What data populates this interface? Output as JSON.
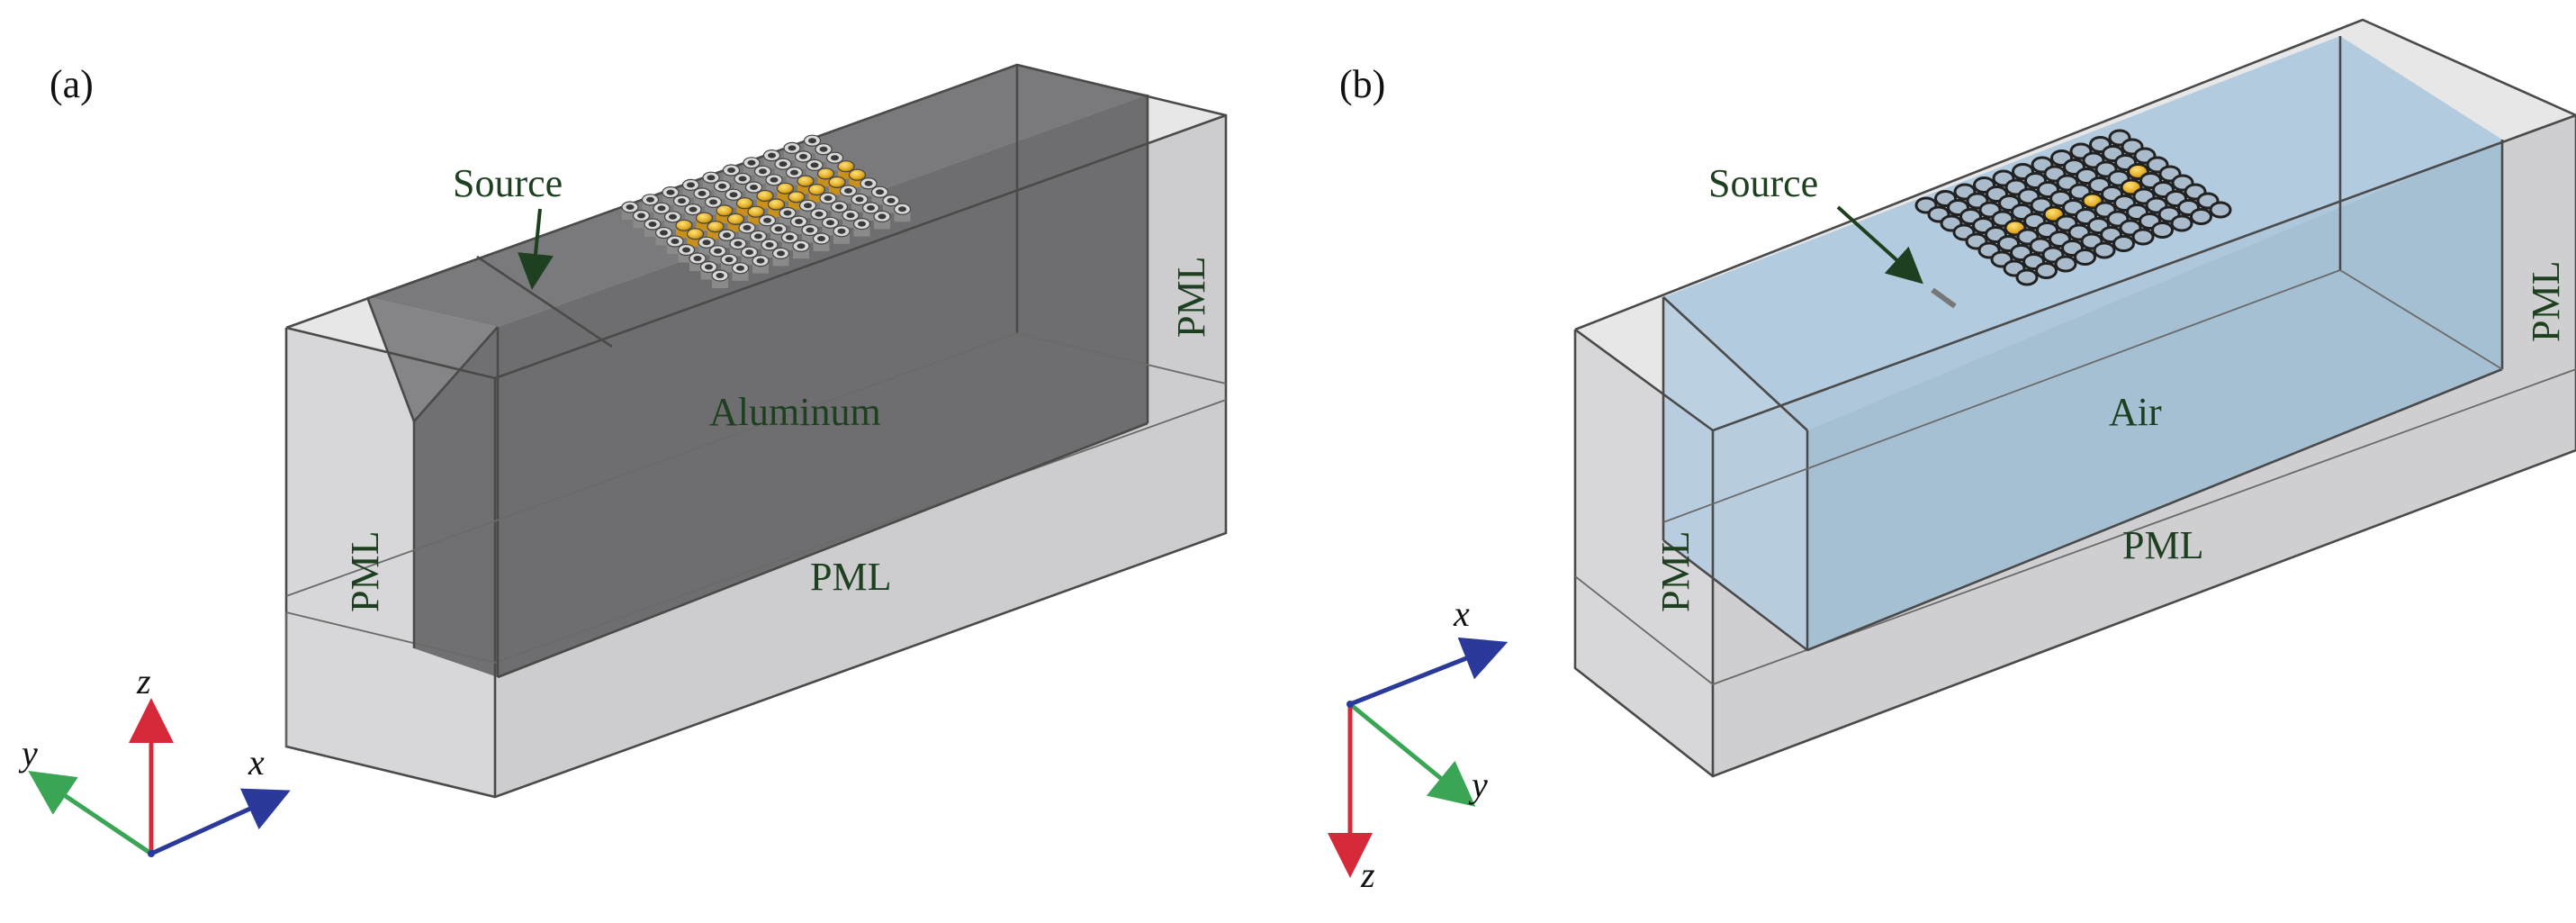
{
  "panels": [
    {
      "id": "a",
      "label": "(a)",
      "medium_label": "Aluminum",
      "source_label": "Source",
      "pml_labels": [
        "PML",
        "PML",
        "PML"
      ],
      "medium_color": "#6e6e70",
      "axes": [
        "z",
        "y",
        "x"
      ]
    },
    {
      "id": "b",
      "label": "(b)",
      "medium_label": "Air",
      "source_label": "Source",
      "pml_labels": [
        "PML",
        "PML",
        "PML"
      ],
      "medium_color": "#9fbdd3",
      "axes": [
        "x",
        "y",
        "z"
      ]
    }
  ],
  "colors": {
    "label_green": "#1e4020",
    "source_arrow": "#1e4020",
    "axis_red": "#d62a3a",
    "axis_green": "#3aa655",
    "axis_blue": "#2b3a9a",
    "scatterer_gold": "#e5b12a",
    "scatterer_gray": "#9a9a9a"
  }
}
